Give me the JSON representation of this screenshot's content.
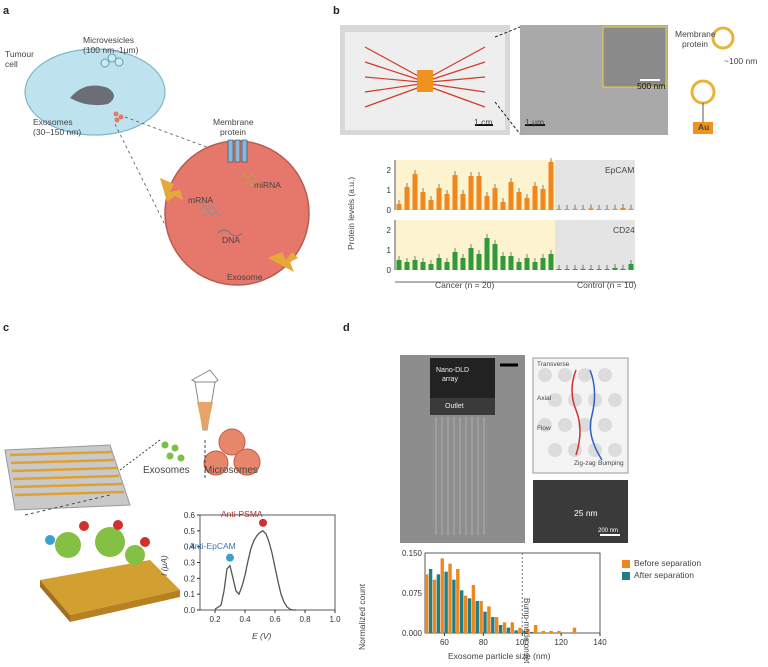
{
  "panels": {
    "a": {
      "label": "a",
      "microvesicles": "Microvesicles",
      "microvesicles_size": "(100 nm–1μm)",
      "tumour": "Tumour",
      "cell": "cell",
      "exosomes": "Exosomes",
      "exosomes_size": "(30–150 nm)",
      "membrane": "Membrane",
      "protein": "protein",
      "mrna": "mRNA",
      "mirna": "miRNA",
      "dna": "DNA",
      "exosome": "Exosome"
    },
    "b": {
      "label": "b",
      "scale_1cm": "1 cm",
      "scale_1um": "1 μm",
      "scale_500nm": "500 nm",
      "membrane": "Membrane",
      "protein": "protein",
      "size": "~100 nm",
      "au": "Au",
      "ylabel": "Protein levels (a.u.)",
      "epcam": "EpCAM",
      "cd24": "CD24",
      "cancer": "Cancer (n = 20)",
      "control": "Control (n = 10)"
    },
    "c": {
      "label": "c",
      "exosomes": "Exosomes",
      "microsomes": "Microsomes",
      "anti_psma": "Anti-PSMA",
      "anti_epcam": "Anti-EpCAM",
      "ylabel": "I (μA)",
      "xlabel": "E (V)"
    },
    "d": {
      "label": "d",
      "nano_dld": "Nano-DLD",
      "array": "array",
      "outlet": "Outlet",
      "transverse": "Transverse",
      "axial": "Axial",
      "flow": "Flow",
      "zigzag": "Zig-zag",
      "bumping": "Bumping",
      "scale_25nm": "25 nm",
      "scale_200nm": "200 nm",
      "ylabel": "Normalized count",
      "xlabel": "Exosome particle size (nm)",
      "onset": "Bump-mode onset",
      "legend_before": "Before separation",
      "legend_after": "After separation"
    }
  },
  "colors": {
    "orange": "#f0861e",
    "green": "#2f9a3a",
    "teal": "#1f7f86",
    "cell_blue": "#bfe3ee",
    "exosome_red": "#e5786a"
  },
  "chart_data": [
    {
      "type": "bar",
      "panel": "b-top",
      "title": "EpCAM",
      "ylabel": "Protein levels (a.u.)",
      "ylim": [
        0,
        2.5
      ],
      "yticks": [
        0,
        1,
        2
      ],
      "categories_note": "Cancer (n = 20) | Control (n = 10)",
      "values": [
        0.3,
        1.15,
        1.8,
        0.9,
        0.5,
        1.1,
        0.8,
        1.75,
        0.8,
        1.7,
        1.7,
        0.7,
        1.1,
        0.4,
        1.4,
        0.9,
        0.6,
        1.2,
        1.05,
        2.4,
        0.05,
        0.05,
        0.06,
        0.05,
        0.08,
        0.05,
        0.05,
        0.06,
        0.1,
        0.06
      ]
    },
    {
      "type": "bar",
      "panel": "b-bottom",
      "title": "CD24",
      "ylabel": "Protein levels (a.u.)",
      "ylim": [
        0,
        2.5
      ],
      "yticks": [
        0,
        1,
        2
      ],
      "values": [
        0.5,
        0.4,
        0.5,
        0.4,
        0.3,
        0.6,
        0.4,
        0.9,
        0.6,
        1.1,
        0.8,
        1.6,
        1.3,
        0.7,
        0.7,
        0.4,
        0.6,
        0.4,
        0.6,
        0.8,
        0.05,
        0.05,
        0.05,
        0.06,
        0.05,
        0.05,
        0.05,
        0.1,
        0.06,
        0.3
      ]
    },
    {
      "type": "line",
      "panel": "c",
      "xlabel": "E (V)",
      "ylabel": "I (μA)",
      "xlim": [
        0.1,
        1.0
      ],
      "ylim": [
        0,
        0.6
      ],
      "xticks": [
        0.2,
        0.4,
        0.6,
        0.8,
        1.0
      ],
      "yticks": [
        0,
        0.1,
        0.2,
        0.3,
        0.4,
        0.5,
        0.6
      ],
      "x": [
        0.2,
        0.24,
        0.26,
        0.28,
        0.3,
        0.32,
        0.34,
        0.36,
        0.38,
        0.4,
        0.42,
        0.44,
        0.46,
        0.48,
        0.5,
        0.52,
        0.54,
        0.56,
        0.58,
        0.6,
        0.62,
        0.64,
        0.66,
        0.68,
        0.7,
        0.72,
        0.74
      ],
      "y": [
        0.005,
        0.03,
        0.12,
        0.26,
        0.28,
        0.2,
        0.12,
        0.1,
        0.15,
        0.22,
        0.31,
        0.39,
        0.44,
        0.47,
        0.49,
        0.5,
        0.48,
        0.43,
        0.36,
        0.27,
        0.18,
        0.1,
        0.05,
        0.02,
        0.005,
        0.0,
        0.0
      ]
    },
    {
      "type": "bar",
      "panel": "d",
      "xlabel": "Exosome particle size (nm)",
      "ylabel": "Normalized count",
      "xlim": [
        50,
        140
      ],
      "ylim": [
        0,
        0.15
      ],
      "xticks": [
        60,
        80,
        100,
        120,
        140
      ],
      "yticks": [
        0.0,
        0.075,
        0.15
      ],
      "x": [
        52,
        56,
        60,
        64,
        68,
        72,
        76,
        80,
        84,
        88,
        92,
        96,
        100,
        104,
        108,
        112,
        116,
        120,
        124,
        128
      ],
      "series": [
        {
          "name": "Before separation",
          "values": [
            0.11,
            0.1,
            0.14,
            0.13,
            0.12,
            0.07,
            0.09,
            0.06,
            0.05,
            0.03,
            0.02,
            0.02,
            0.01,
            0.008,
            0.015,
            0.004,
            0.004,
            0.004,
            0.0,
            0.01
          ]
        },
        {
          "name": "After separation",
          "values": [
            0.12,
            0.11,
            0.115,
            0.1,
            0.08,
            0.065,
            0.06,
            0.04,
            0.03,
            0.015,
            0.01,
            0.005,
            0.004,
            0.002,
            0.0,
            0.0,
            0.0,
            0.0,
            0.0,
            0.0
          ]
        }
      ],
      "annotation": "Bump-mode onset"
    }
  ]
}
